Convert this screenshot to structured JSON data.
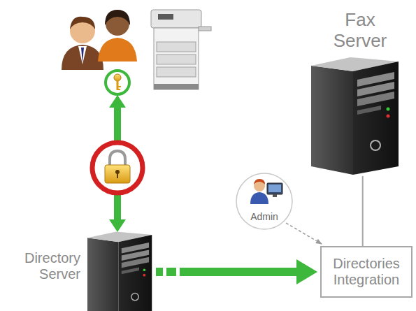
{
  "diagram": {
    "nodes": [
      {
        "text": [
          "Fax Server"
        ]
      },
      {
        "text": [
          "Admin"
        ]
      },
      {
        "text": [
          "Directory Server"
        ]
      },
      {
        "text": [
          "Directories Integration"
        ]
      }
    ],
    "edges": [
      {
        "from": 2,
        "to": 3,
        "arrow": "to"
      },
      {
        "from": 1,
        "to": 3,
        "arrow": "to"
      },
      {
        "from": 0,
        "to": 3,
        "arrow": "none"
      }
    ]
  }
}
